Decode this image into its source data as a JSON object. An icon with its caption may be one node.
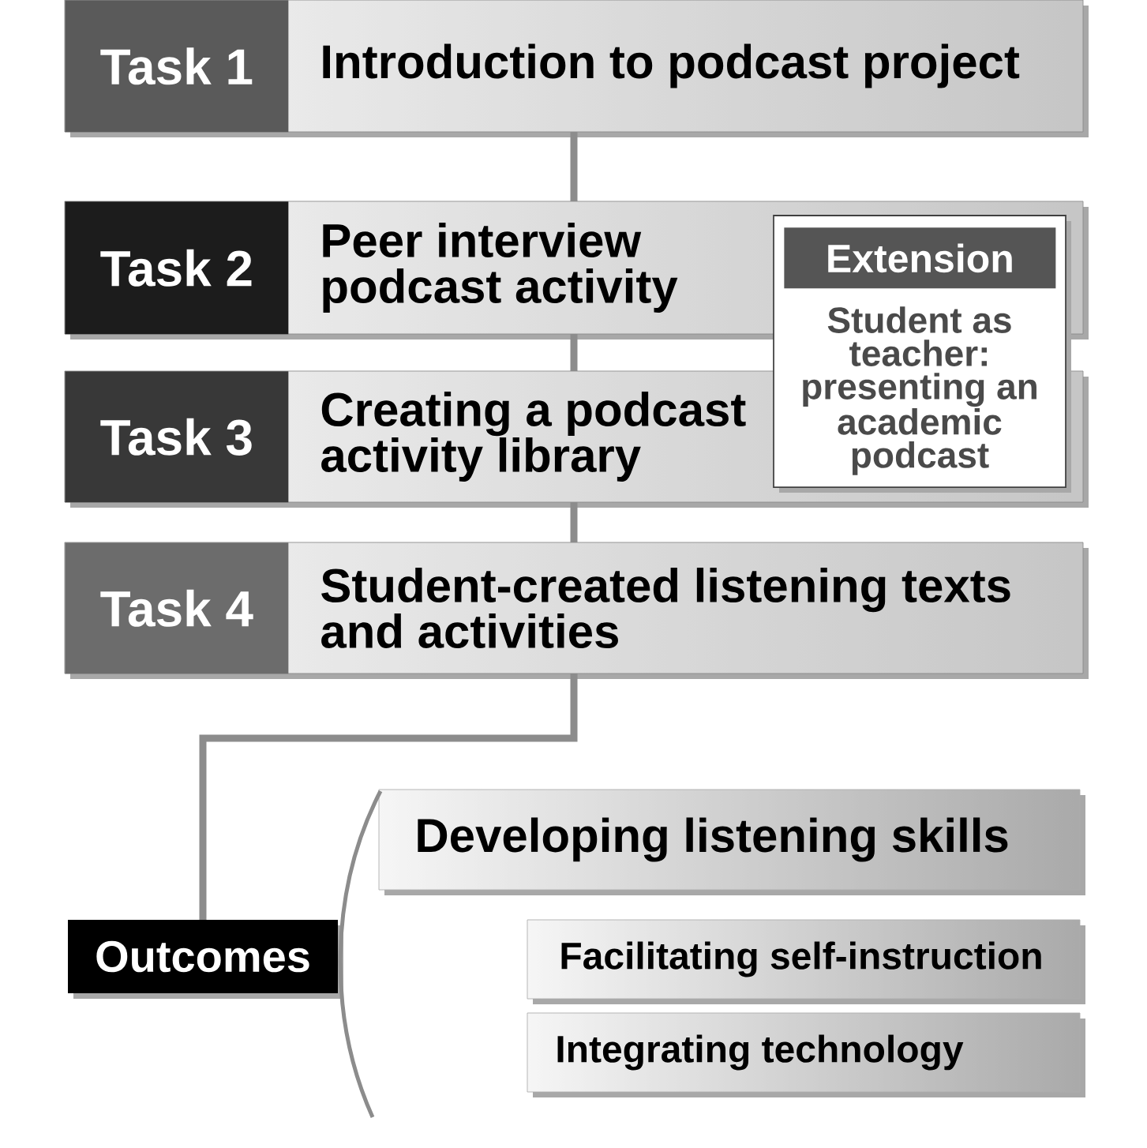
{
  "diagram": {
    "nodes": [
      {
        "text": [
          "Task 1",
          "Introduction to podcast project"
        ]
      },
      {
        "text": [
          "Task 2",
          "Peer interview podcast activity"
        ]
      },
      {
        "text": [
          "Extension",
          "Student as teacher: presenting an academic podcast"
        ]
      },
      {
        "text": [
          "Task 3",
          "Creating a podcast activity library"
        ]
      },
      {
        "text": [
          "Task 4",
          "Student-created listening texts and activities"
        ]
      },
      {
        "text": [
          "Outcomes"
        ]
      },
      {
        "text": [
          "Developing listening skills"
        ]
      },
      {
        "text": [
          "Facilitating self-instruction"
        ]
      },
      {
        "text": [
          "Integrating technology"
        ]
      }
    ],
    "edges": [
      {
        "from": 0,
        "to": 1,
        "arrow": "none"
      },
      {
        "from": 1,
        "to": 3,
        "arrow": "none"
      },
      {
        "from": 3,
        "to": 4,
        "arrow": "none"
      },
      {
        "from": 4,
        "to": 5,
        "arrow": "none"
      }
    ]
  }
}
